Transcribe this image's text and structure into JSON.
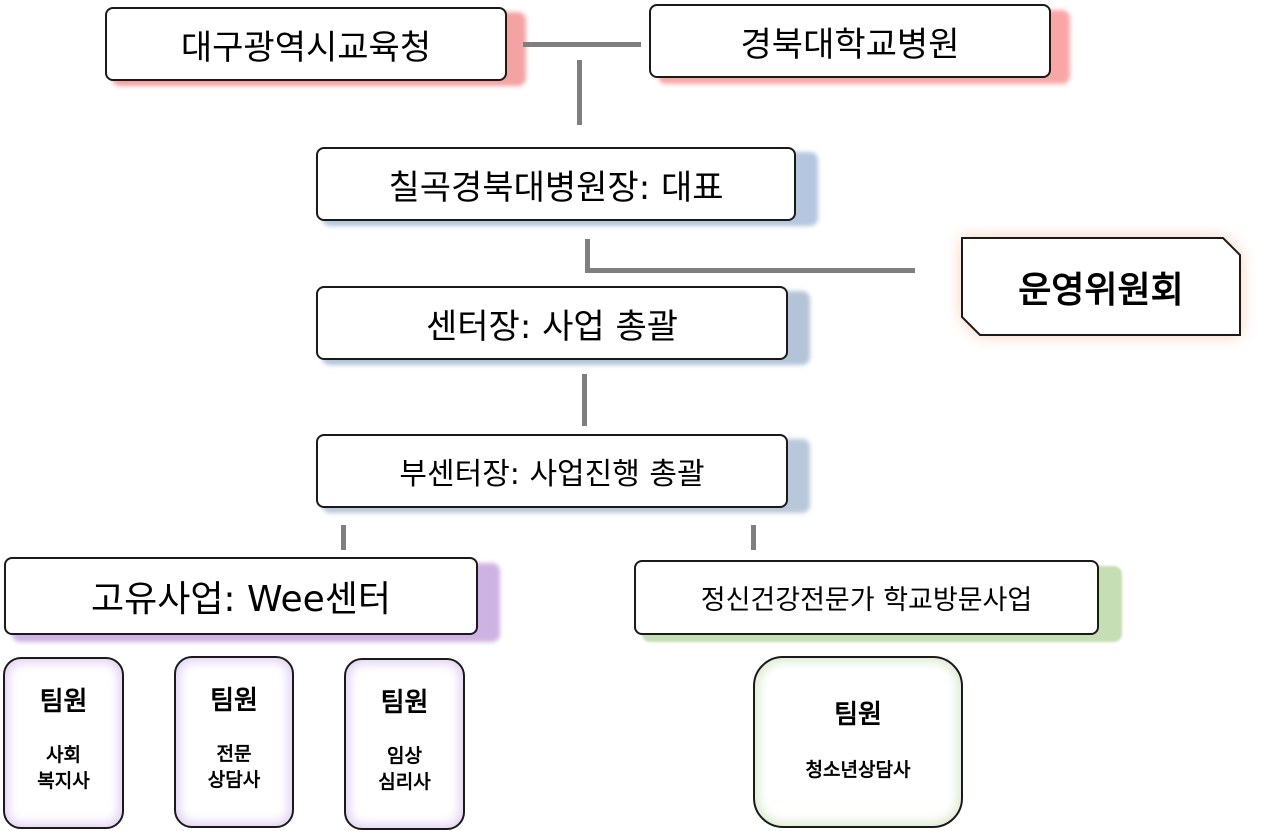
{
  "nodes": {
    "daegu_education_office": "대구광역시교육청",
    "knu_hospital": "경북대학교병원",
    "representative": "칠곡경북대병원장: 대표",
    "steering_committee": "운영위원회",
    "center_director": "센터장: 사업 총괄",
    "deputy_director": "부센터장: 사업진행 총괄",
    "wee_center": "고유사업: Wee센터",
    "school_visit_program": "정신건강전문가 학교방문사업"
  },
  "team_members": [
    {
      "title": "팀원",
      "role": "사회\n복지사"
    },
    {
      "title": "팀원",
      "role": "전문\n상담사"
    },
    {
      "title": "팀원",
      "role": "임상\n심리사"
    },
    {
      "title": "팀원",
      "role": "청소년상담사"
    }
  ],
  "colors": {
    "red_shadow": "#f4a3a3",
    "blue_shadow": "#b4c6e0",
    "purple_shadow": "#cdb3e3",
    "green_shadow": "#c5deb3",
    "orange_glow": "#f7c3a3",
    "connector": "#7f7f7f"
  }
}
